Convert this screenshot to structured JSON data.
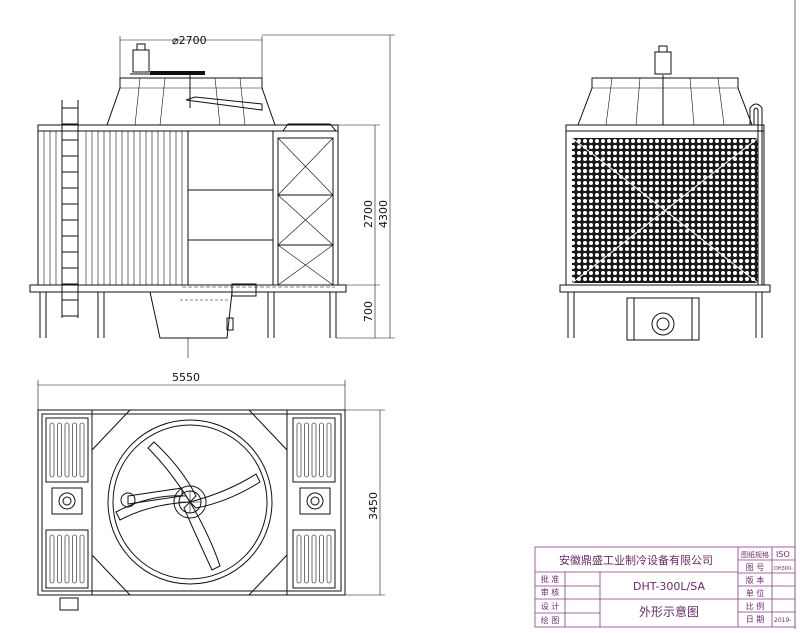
{
  "dimensions": {
    "top_dia": "⌀2700",
    "height_main": "2700",
    "height_total": "4300",
    "height_leg": "700",
    "width_plan": "5550",
    "depth_plan": "3450"
  },
  "title_block": {
    "company": "安徽鼎盛工业制冷设备有限公司",
    "model": "DHT-300L/SA",
    "drawing_name": "外形示意图",
    "rows_left": [
      "批 准",
      "审 核",
      "设 计",
      "绘 图"
    ],
    "fields_right": [
      "图纸规格",
      "图 号",
      "版 本",
      "单 位",
      "比 例",
      "日 期"
    ],
    "values": [
      "ISO",
      "DH300-",
      "",
      "",
      "",
      "2019-"
    ]
  },
  "colors": {
    "line": "#111111",
    "title_block": "#8a3a8a"
  }
}
